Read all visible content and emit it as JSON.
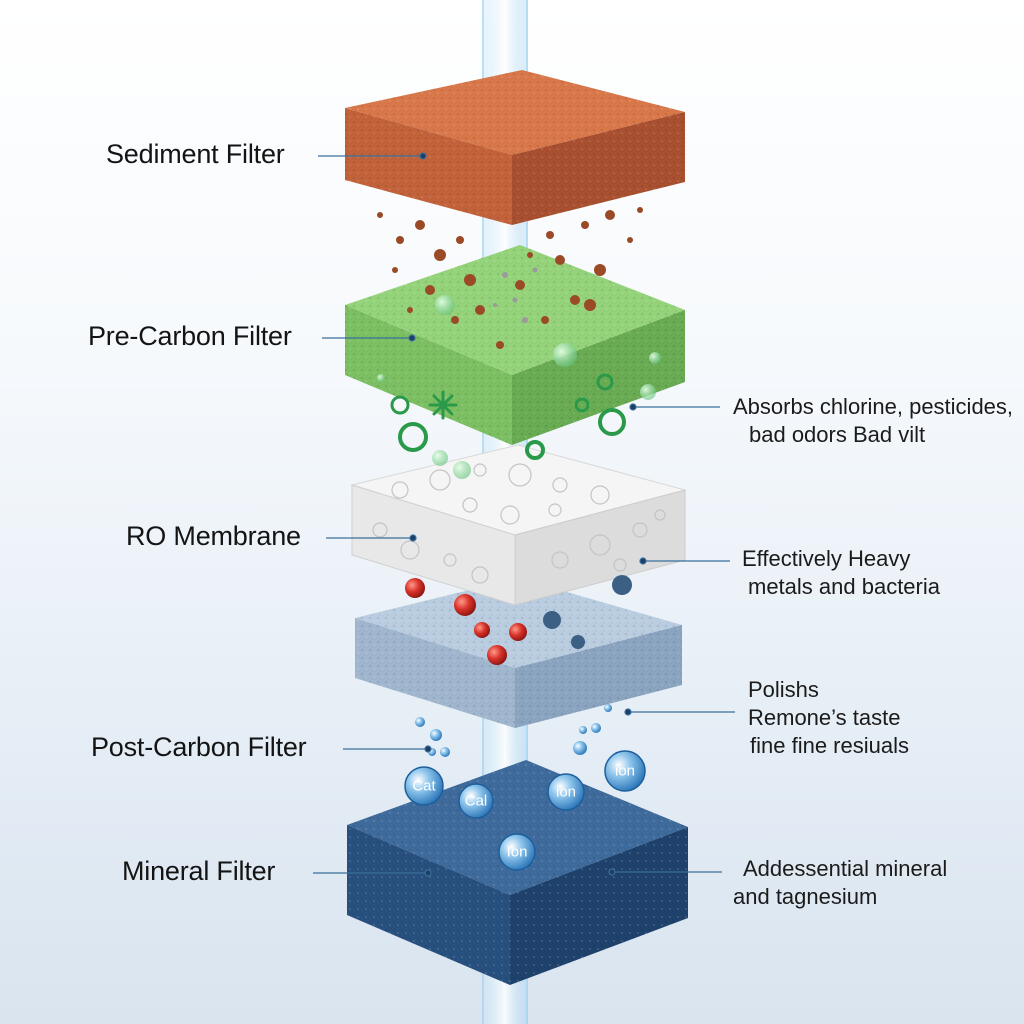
{
  "layers": [
    {
      "id": "sediment",
      "name": "Sediment Filter"
    },
    {
      "id": "pre-carbon",
      "name": "Pre-Carbon Filter"
    },
    {
      "id": "ro",
      "name": "RO Membrane"
    },
    {
      "id": "post-carbon",
      "name": "Post-Carbon Filter"
    },
    {
      "id": "mineral",
      "name": "Mineral Filter"
    }
  ],
  "notes": {
    "pre_carbon": [
      "Absorbs chlorine, pesticides,",
      "bad odors Bad vilt"
    ],
    "ro": [
      "Effectively  Heavy",
      "metals and bacteria"
    ],
    "post_carbon": [
      "Polishs",
      "Remone’s taste",
      "fine fine resiuals"
    ],
    "mineral": [
      "Addessential mineral",
      "and tagnesium"
    ]
  },
  "ion_badges": [
    "Cat",
    "Cal",
    "ion",
    "ion",
    "Ion"
  ],
  "colors": {
    "sediment": "#c8643a",
    "pre_carbon": "#8ccf72",
    "ro": "#f4f4f4",
    "post_carbon": "#b4c8dc",
    "mineral": "#2f5b8c",
    "water": "#9fd0f0",
    "leader": "#3a6f9a"
  }
}
